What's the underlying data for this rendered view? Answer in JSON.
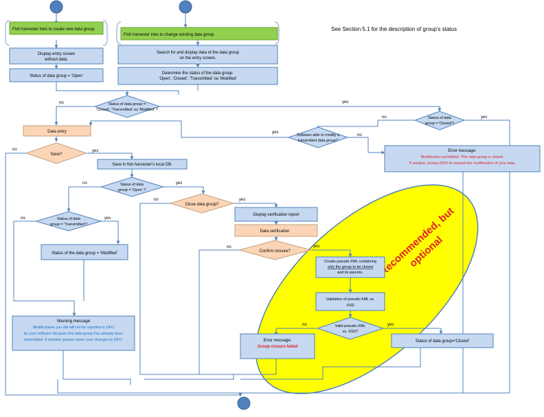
{
  "note": "See Section 5.1 for the description of group's status",
  "labels": {
    "yes": "yes",
    "no": "no"
  },
  "start_left": {
    "line1": "Fish harvester tries to create new data group."
  },
  "start_right": {
    "line1": "Fish harvester tries to change existing data group."
  },
  "display_entry": {
    "line1": "Display entry screen",
    "line2": "without data."
  },
  "status_open": {
    "line1": "Status of data group = 'Open'"
  },
  "search_display": {
    "line1": "Search for and display data of the data group",
    "line2": "on the entry screen."
  },
  "determine_status": {
    "line1": "Determine the status of the data group:",
    "line2": "'Open', 'Closed', 'Transmitted' ou 'Modified'"
  },
  "dec_closed_trans_mod": {
    "line1": "Status of data group =",
    "line2": "'Closed', 'Transmitted' ou 'Modified' ?"
  },
  "data_entry": {
    "line1": "Data entry"
  },
  "dec_save": {
    "line1": "Save?"
  },
  "save_local": {
    "line1": "Save in fish harvester's local DB."
  },
  "dec_open": {
    "line1": "Status of data",
    "line2": "group = 'Open' ?"
  },
  "dec_transmitted": {
    "line1": "Status of data",
    "line2": "group = 'Transmitted'?"
  },
  "status_modified": {
    "line1": "Status of the data group = 'Modified'"
  },
  "warning": {
    "title": "Warning message",
    "line1": "Modifications you did will not be reported to DFO",
    "line2": "by your software because this data group has already been",
    "line3": "transmitted. If needed, please report your changes to DFO."
  },
  "dec_close_group": {
    "line1": "Close data group?"
  },
  "display_report": {
    "line1": "Display verification report"
  },
  "data_verification": {
    "line1": "Data verification"
  },
  "dec_confirm": {
    "line1": "Confirm closure?"
  },
  "create_xml": {
    "line1": "Create pseudo-XML containing",
    "line2": "only the group to be closed",
    "line3": "and its parents."
  },
  "validation": {
    "line1": "Validation of pseudo-XML vs.",
    "line2": "XSD"
  },
  "dec_valid": {
    "line1": "Valid pseudo-XML",
    "line2": "vs. XSD?"
  },
  "error_closure": {
    "title": "Error message:",
    "line1": "Group closure failed"
  },
  "status_closed": {
    "line1": "Status of data group='Closed'"
  },
  "dec_closed": {
    "line1": "Status of data",
    "line2": "group = 'Closed'?"
  },
  "dec_software": {
    "line1": "Software able to modify a",
    "line2": "transmitted data group?"
  },
  "error_prohibited": {
    "title": "Error message:",
    "line1": "Modification prohibited: This data group is closed.",
    "line2": "If needed, contact DFO to request the modification of your data."
  },
  "ellipse_label": {
    "line1": "Recommended, but",
    "line2": "optional"
  },
  "colors": {
    "box_fill": "#c6d9f1",
    "box_stroke": "#4f81bd",
    "green_fill": "#92d050",
    "orange_fill": "#fbd5b5",
    "orange_stroke": "#c0a080",
    "ellipse_fill": "#ffff00",
    "ellipse_text": "#e0202a",
    "error_text": "#e0202a",
    "warning_text": "#1f6fc0",
    "line": "#4f81bd",
    "circle": "#4f81bd"
  }
}
